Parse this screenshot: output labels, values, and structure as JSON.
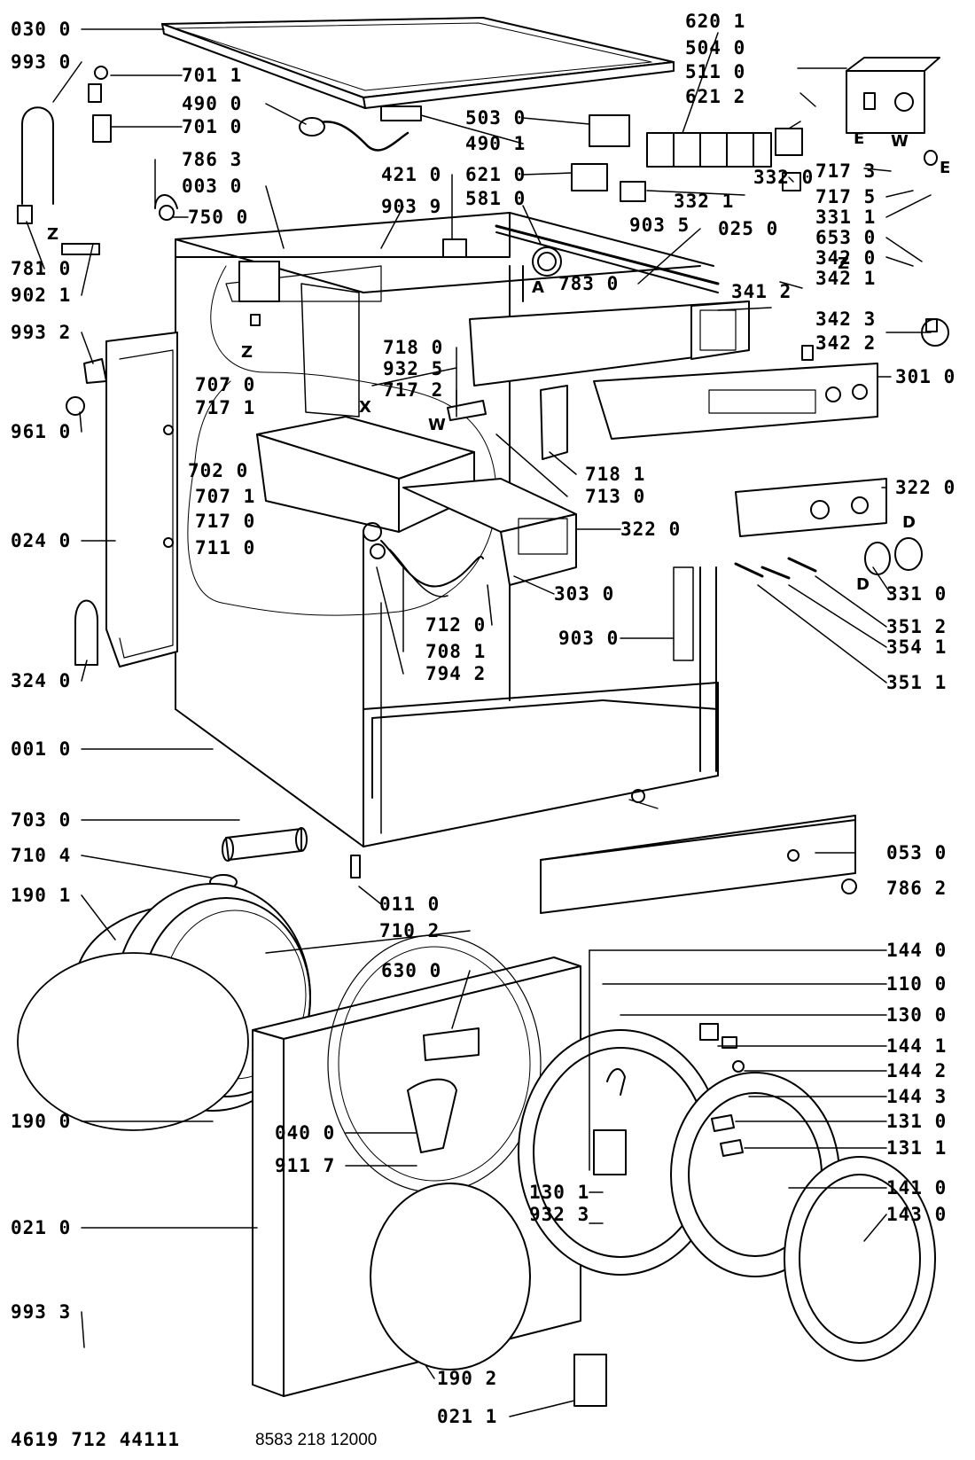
{
  "diagram": {
    "labels": [
      {
        "id": "030-0",
        "text": "030 0"
      },
      {
        "id": "993-0",
        "text": "993 0"
      },
      {
        "id": "701-1",
        "text": "701 1"
      },
      {
        "id": "490-0",
        "text": "490 0"
      },
      {
        "id": "701-0",
        "text": "701 0"
      },
      {
        "id": "786-3",
        "text": "786 3"
      },
      {
        "id": "003-0",
        "text": "003 0"
      },
      {
        "id": "750-0",
        "text": "750 0"
      },
      {
        "id": "781-0",
        "text": "781 0"
      },
      {
        "id": "902-1",
        "text": "902 1"
      },
      {
        "id": "993-2",
        "text": "993 2"
      },
      {
        "id": "961-0",
        "text": "961 0"
      },
      {
        "id": "707-0",
        "text": "707 0"
      },
      {
        "id": "717-1",
        "text": "717 1"
      },
      {
        "id": "702-0",
        "text": "702 0"
      },
      {
        "id": "707-1",
        "text": "707 1"
      },
      {
        "id": "717-0",
        "text": "717 0"
      },
      {
        "id": "711-0",
        "text": "711 0"
      },
      {
        "id": "024-0",
        "text": "024 0"
      },
      {
        "id": "324-0",
        "text": "324 0"
      },
      {
        "id": "001-0",
        "text": "001 0"
      },
      {
        "id": "703-0",
        "text": "703 0"
      },
      {
        "id": "710-4",
        "text": "710 4"
      },
      {
        "id": "190-1",
        "text": "190 1"
      },
      {
        "id": "190-0",
        "text": "190 0"
      },
      {
        "id": "021-0",
        "text": "021 0"
      },
      {
        "id": "993-3",
        "text": "993 3"
      },
      {
        "id": "620-1",
        "text": "620 1"
      },
      {
        "id": "504-0",
        "text": "504 0"
      },
      {
        "id": "511-0",
        "text": "511 0"
      },
      {
        "id": "621-2",
        "text": "621 2"
      },
      {
        "id": "503-0",
        "text": "503 0"
      },
      {
        "id": "490-1",
        "text": "490 1"
      },
      {
        "id": "421-0",
        "text": "421 0"
      },
      {
        "id": "621-0",
        "text": "621 0"
      },
      {
        "id": "581-0",
        "text": "581 0"
      },
      {
        "id": "903-9",
        "text": "903 9"
      },
      {
        "id": "903-5",
        "text": "903 5"
      },
      {
        "id": "332-0",
        "text": "332 0"
      },
      {
        "id": "332-1",
        "text": "332 1"
      },
      {
        "id": "717-3",
        "text": "717 3"
      },
      {
        "id": "717-5",
        "text": "717 5"
      },
      {
        "id": "331-1",
        "text": "331 1"
      },
      {
        "id": "653-0",
        "text": "653 0"
      },
      {
        "id": "342-0",
        "text": "342 0"
      },
      {
        "id": "342-1",
        "text": "342 1"
      },
      {
        "id": "025-0",
        "text": "025 0"
      },
      {
        "id": "783-0",
        "text": "783 0"
      },
      {
        "id": "341-2",
        "text": "341 2"
      },
      {
        "id": "342-3",
        "text": "342 3"
      },
      {
        "id": "342-2",
        "text": "342 2"
      },
      {
        "id": "718-0",
        "text": "718 0"
      },
      {
        "id": "932-5",
        "text": "932 5"
      },
      {
        "id": "717-2",
        "text": "717 2"
      },
      {
        "id": "301-0",
        "text": "301 0"
      },
      {
        "id": "718-1",
        "text": "718 1"
      },
      {
        "id": "713-0",
        "text": "713 0"
      },
      {
        "id": "322-0a",
        "text": "322 0"
      },
      {
        "id": "322-0b",
        "text": "322 0"
      },
      {
        "id": "303-0",
        "text": "303 0"
      },
      {
        "id": "712-0",
        "text": "712 0"
      },
      {
        "id": "708-1",
        "text": "708 1"
      },
      {
        "id": "794-2",
        "text": "794 2"
      },
      {
        "id": "903-0",
        "text": "903 0"
      },
      {
        "id": "331-0",
        "text": "331 0"
      },
      {
        "id": "351-2",
        "text": "351 2"
      },
      {
        "id": "354-1",
        "text": "354 1"
      },
      {
        "id": "351-1",
        "text": "351 1"
      },
      {
        "id": "053-0",
        "text": "053 0"
      },
      {
        "id": "786-2",
        "text": "786 2"
      },
      {
        "id": "011-0",
        "text": "011 0"
      },
      {
        "id": "710-2",
        "text": "710 2"
      },
      {
        "id": "144-0",
        "text": "144 0"
      },
      {
        "id": "630-0",
        "text": "630 0"
      },
      {
        "id": "110-0",
        "text": "110 0"
      },
      {
        "id": "130-0",
        "text": "130 0"
      },
      {
        "id": "144-1",
        "text": "144 1"
      },
      {
        "id": "144-2",
        "text": "144 2"
      },
      {
        "id": "144-3",
        "text": "144 3"
      },
      {
        "id": "131-0",
        "text": "131 0"
      },
      {
        "id": "131-1",
        "text": "131 1"
      },
      {
        "id": "040-0",
        "text": "040 0"
      },
      {
        "id": "911-7",
        "text": "911 7"
      },
      {
        "id": "141-0",
        "text": "141 0"
      },
      {
        "id": "143-0",
        "text": "143 0"
      },
      {
        "id": "130-1",
        "text": "130 1"
      },
      {
        "id": "932-3",
        "text": "932 3"
      },
      {
        "id": "190-2",
        "text": "190 2"
      },
      {
        "id": "021-1",
        "text": "021 1"
      }
    ],
    "markers": [
      "Z",
      "Z",
      "Z",
      "E",
      "E",
      "W",
      "W",
      "X",
      "A",
      "D",
      "D"
    ]
  },
  "footer": {
    "part_number": "4619 712 44111",
    "drawing_number": "8583 218 12000"
  }
}
